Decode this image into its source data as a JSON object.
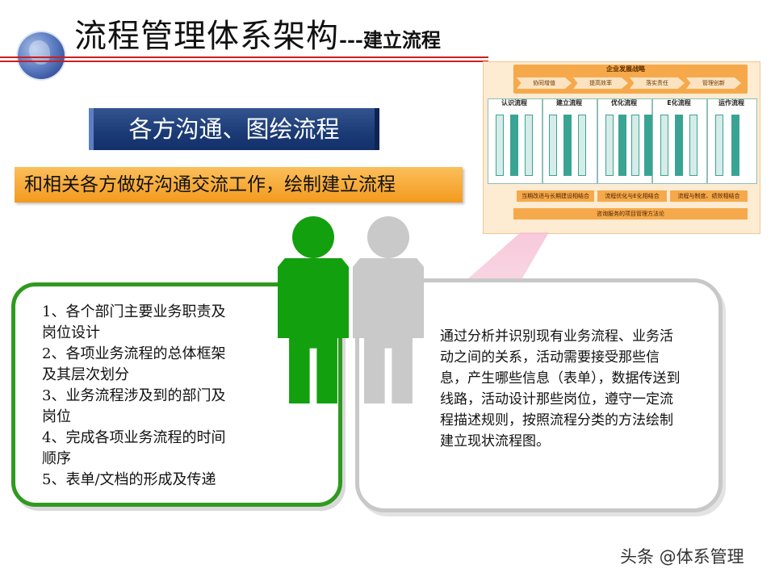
{
  "header": {
    "title_main": "流程管理体系架构",
    "title_sub": "---建立流程"
  },
  "banner": {
    "text": "各方沟通、图绘流程"
  },
  "subtitle": {
    "text": "和相关各方做好沟通交流工作，绘制建立流程"
  },
  "diagram": {
    "top_label": "企业发展战略",
    "top_arrows": [
      "协同增值",
      "提高效率",
      "落实责任",
      "管理创新"
    ],
    "columns": [
      "认识流程",
      "建立流程",
      "优化流程",
      "E化流程",
      "运作流程"
    ],
    "bottom_arrows": [
      "当期改进与长期建设相结合",
      "流程优化与E化相结合",
      "流程与制度、绩效相结合"
    ],
    "bottom_label": "咨询服务的项目管理方法论"
  },
  "left_panel": {
    "items": [
      "1、各个部门主要业务职责及",
      "岗位设计",
      "2、各项业务流程的总体框架",
      "及其层次划分",
      "3、业务流程涉及到的部门及",
      "岗位",
      "4、完成各项业务流程的时间",
      "顺序",
      "5、表单/文档的形成及传递"
    ]
  },
  "right_panel": {
    "text": "通过分析并识别现有业务流程、业务活动之间的关系，活动需要接受那些信息，产生哪些信息（表单），数据传送到线路，活动设计那些岗位，遵守一定流程描述规则，按照流程分类的方法绘制建立现状流程图。"
  },
  "watermark": {
    "text": "头条 @体系管理"
  },
  "colors": {
    "accent_red": "#cc1f1f",
    "banner_blue": "#1b3b76",
    "orange": "#f39a1f",
    "green": "#12a00f",
    "gray": "#c9c9c9"
  }
}
